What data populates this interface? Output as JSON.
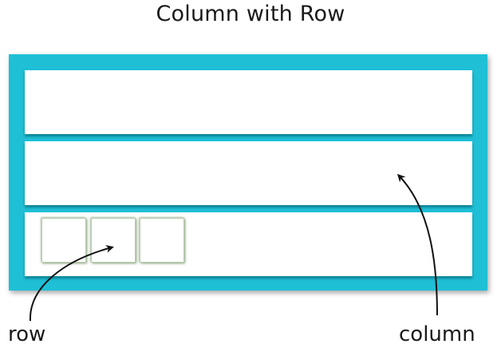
{
  "diagram": {
    "title": "Column with Row",
    "row_label": "row",
    "column_label": "column"
  },
  "colors": {
    "column_fill": "#1fbfd6",
    "child_fill": "#ffffff",
    "row_cell_border": "#b9ccaf"
  }
}
